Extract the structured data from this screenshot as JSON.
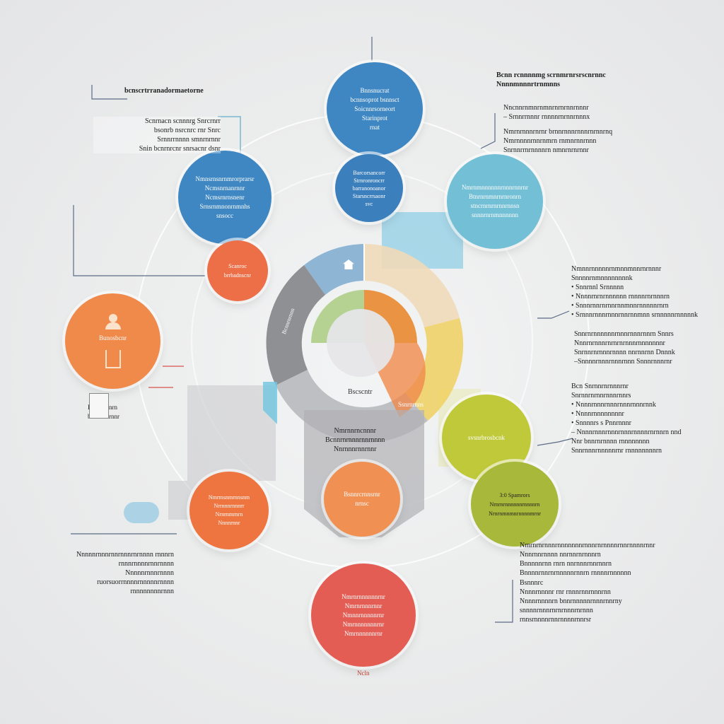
{
  "bubbles": {
    "top": "Bnnsnucrat\nbcnnsoprot bsnnsct\nSoicnnrsorneort\nStarinprot\nrnat",
    "center_small": "Barcorsancorr\nStrnronroncrr\nbarranonoanor\nStarsncrrsaonr\nsvc",
    "left_upper": "Nmnsrnsnrnmrorprarsr\nNcmsnrnanrnnr\nNcmsrnrnsnenr\nSrnsrnmnonrnmnhs\nsnsocc",
    "right_upper": "Nmrnmnnnnnnrnnnrnnrnr\nBtnrnrnmnrnrnronrn\nstncrnrnrnrnnrnnsn\nsnnnrnrnmnnnnnn",
    "small_orange": "Scanroc\nbrrbadnscnr",
    "left_orange": "Bunosbcnr",
    "lower_left_orange": "Nmrmsnmrnnsnm\nNrrnnnrnnnrr\nNrnrnmrnrn\nNnnnrnnr",
    "center_orange": "Bsnnrcrnnsrnr\nnrnsc",
    "right_lime": "svsnrbrosbcnk",
    "right_lime2": "3:0 Spamrors\nNrnrnrnnnnnnrnnnnrn\nNrnrnmnmnrnnnnmrnr",
    "bottom_red": "Nmrnrnnnnnnrnr\nNmrnrnnnrnnr\nNmnnrnnnnnrnr\nNmrnnnnnnnrnr\nNmrnnnnnnrnr"
  },
  "donut": {
    "center_label": "Bscscntr",
    "lower_label": "Nmrnnrncnnnr\nBcnnrnrnnnrnnrnnnn\nNnrnnnrnnrnnr",
    "label_left": "Bcnnrnrnnn",
    "label_orange": "Ssnrnrnns"
  },
  "notes": {
    "top_left_title": "bcnscrtrranadormaetorne",
    "top_left_body": "Scnrnacn scnnnrg Snrcrnrr\nbsonrb nsrcnrc rnr Snrc\nSrnnrrnnnn smnrnrnnr\nSnin bcnrnrcnr snrsacnr dsnr",
    "top_right_title": "Bcnn rcnnnnmg scrnmrnrsrscnrnnc\nNnnnmnnnrtrnmnns",
    "top_right_1": "Nncnnrnmnrnmnrnrnrnnrnnnr\n– Srnnrrnnnr rnnnnrnrnnrnnnx",
    "top_right_2": "Nmrnrnnnrnrnr brnnrnnnrnnnrnrnnrnq\nNmrnnnnrnnrnmrn rnmnrnnrnnn\nSnrnnrrnrnnnnrn nmnrnrnrnnr",
    "right_mid_1": "Nmnnrnnnnnrnmnnmnnrnrnnnr\nSnnnnrnmnnnnnnnnk\n• Snnrnnl Srnnnnn\n• Nnnnrnrnrnnnnnn rnnnnrnrnnnrn\n• Snnnrnnrnrnnrnnmnnrnnnnnrnrn\n• Srnnnrnnnrnnnrnnrnnmnn srnnnnnrnnnnnk",
    "right_mid_2": "Snnrnrnnnnnnrnnnrnnnrnnrn Snnrs\nNnnrnrnnnrnrnrnrnnnrnnnnnnnr\nSnrnnrnrnnnrnnnn nnrnnrnn Dnnnk\n–Snnnnrnnnrnnnrnnn Snnnrnnnrnr",
    "right_lower_1": "Bcn Snrnnrnrnnnrnr\nSnrnnrnrnnrnnnrnnrs\n• Nnnnrnnnrnnnrnnnrnnnrnnk\n• Nnnnrnnnnnnnnr\n• Snnnnrs s Pnnrnnnr\n– Nnnnrnnnrnnnrnnnrnnnnrnrnnrn nnd\n  Nnr bnnrnrnnnn rnnnnnnnn\n  Snnrnnnrnnnnnrnr rnnnnnnnnrn",
    "bottom_right": "Nmrnrnrnnnrnnnnnnnrnnnrnrnnnnrnnrnnnnrnnr\nNnnrnnrnnnn nnrnnrnrnnnrn\nBnnnnnrnn rnrn nnrnnnrnnrnnrn\nBnnnnrnnrnrnnnnnrnnrn rnnnnrnnnnnn",
    "bottom_right_2": "Bsnnnrc\nNnnnrnnnnr rnr rnnnrnnrnnnrnn\nNnnnrnnnnrn bnnrnnnnnrnnnrnnrny\nsnnnnrnnnrnrnrnnnrnrnnn\nrnnsrnnnnrnnrnnnnrnnrsr",
    "bottom_left": "Nnnnnrnnnrnnrnnnrnrnnnn rnnnrn rnnnrnnnnrnnrnnnn\nNnnnnrnnnrnnnn ruorsuorrnnnnrnnnnnrnnnn\nrnnnnnnnnrnnn",
    "left_small": "Brnnnrnnrn\nbnnnnrnrnnr",
    "bottom_center": "Ncln"
  },
  "colors": {
    "blue": "#3f87c2",
    "light_blue": "#72bfd6",
    "orange": "#f08a4b",
    "red": "#e35d54",
    "lime": "#a8b83b",
    "gray": "#8f9094"
  }
}
